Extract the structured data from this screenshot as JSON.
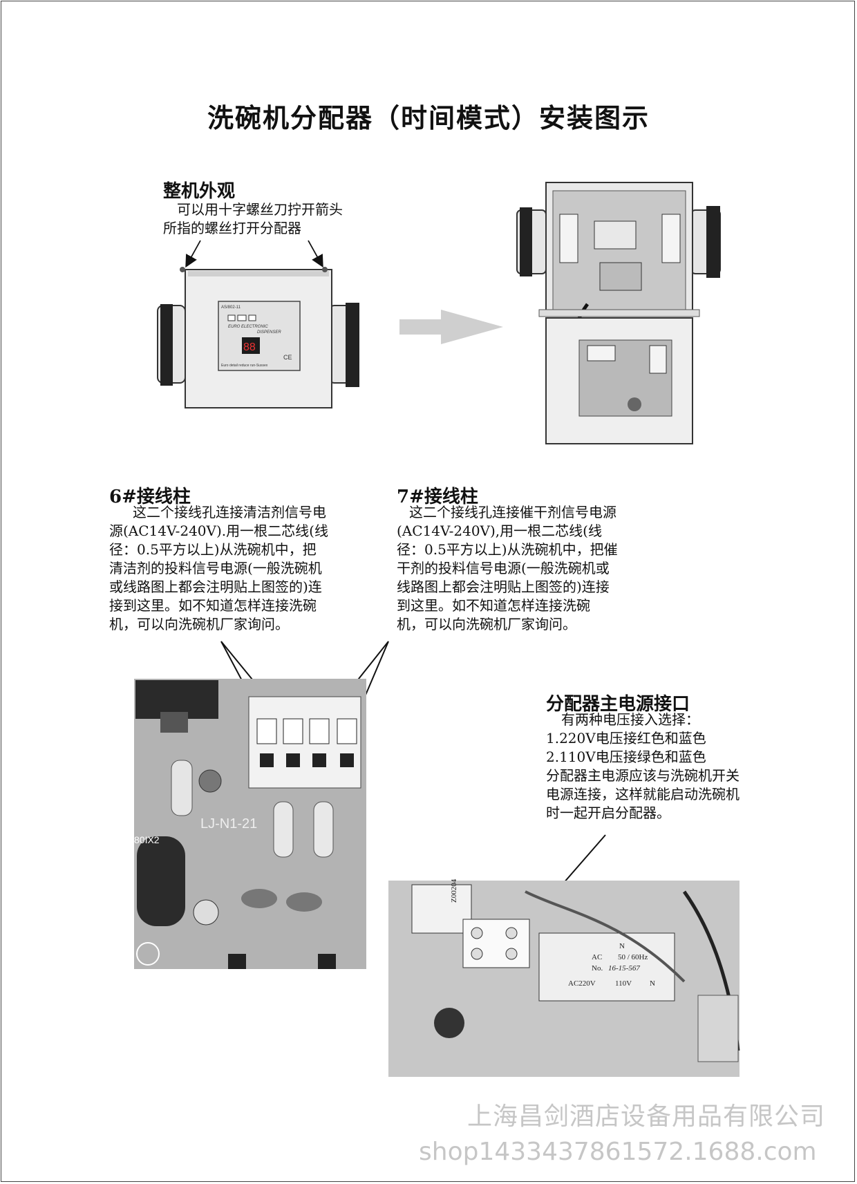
{
  "title": "洗碗机分配器（时间模式）安装图示",
  "overview": {
    "heading": "整机外观",
    "lines": [
      "可以用十字螺丝刀拧开箭头",
      "所指的螺丝打开分配器"
    ]
  },
  "device_panel": {
    "model": "AS/802-11",
    "brand_line1": "EURO ELECTRONIC",
    "brand_line2": "DISPENSER",
    "display": "88",
    "ce_mark": "CE",
    "footer": "Euro detail reduce run-Sussex"
  },
  "terminal6": {
    "heading": "6#接线柱",
    "lines": [
      "这二个接线孔连接清洁剂信号电",
      "源(AC14V-240V).用一根二芯线(线",
      "径：0.5平方以上)从洗碗机中，把",
      "清洁剂的投料信号电源(一般洗碗机",
      "或线路图上都会注明贴上图签的)连",
      "接到这里。如不知道怎样连接洗碗",
      "机，可以向洗碗机厂家询问。"
    ]
  },
  "terminal7": {
    "heading": "7#接线柱",
    "lines": [
      "这二个接线孔连接催干剂信号电源",
      "(AC14V-240V),用一根二芯线(线",
      "径：0.5平方以上)从洗碗机中，把催",
      "干剂的投料信号电源(一般洗碗机或",
      "线路图上都会注明贴上图签的)连接",
      "到这里。如不知道怎样连接洗碗",
      "机，可以向洗碗机厂家询问。"
    ]
  },
  "power": {
    "heading": "分配器主电源接口",
    "lines": [
      "有两种电压接入选择：",
      "1.220V电压接红色和蓝色",
      "2.110V电压接绿色和蓝色",
      "分配器主电源应该与洗碗机开关",
      "电源连接，这样就能启动洗碗机",
      "时一起开启分配器。"
    ]
  },
  "pcb_photo": {
    "board_code": "LJ-N1-21",
    "part_label": "80IX2"
  },
  "transformer_photo": {
    "side_code": "Z00204",
    "rating_n": "N",
    "rating_ac": "AC",
    "rating_freq": "50 / 60Hz",
    "rating_no": "No.",
    "rating_handwritten": "16-15-567",
    "rating_ac220": "AC220V",
    "rating_110": "110V",
    "rating_n2": "N"
  },
  "watermark": {
    "company": "上海昌剑酒店设备用品有限公司",
    "url": "shop1433437861572.1688.com"
  },
  "colors": {
    "arrow_gray": "#cfcfcf",
    "photo_gray": "#d9d9d9",
    "watermark": "#c6c6c6"
  }
}
